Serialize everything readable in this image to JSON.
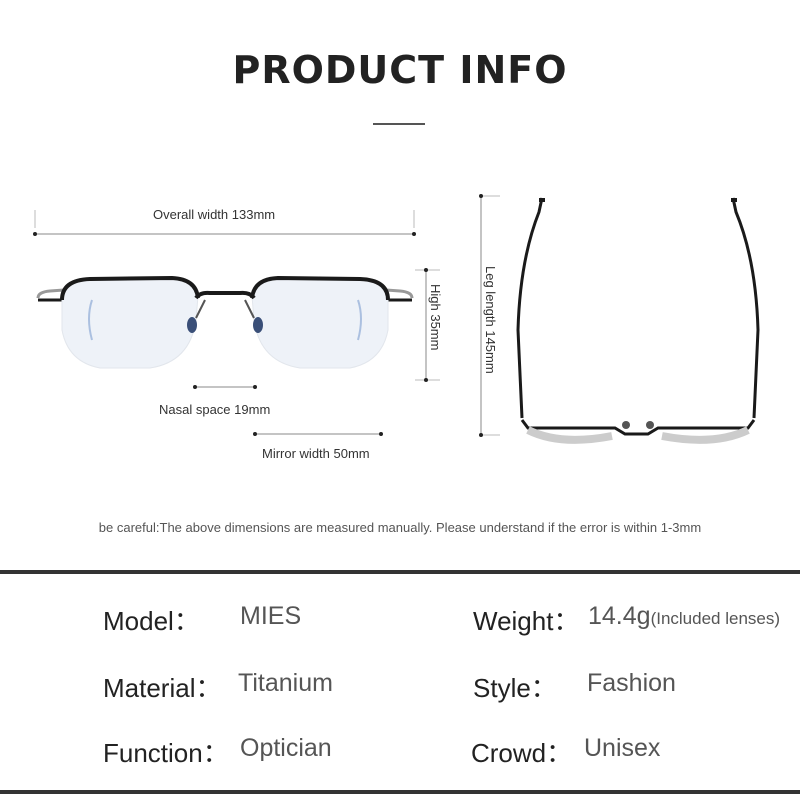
{
  "header": {
    "title": "PRODUCT INFO"
  },
  "dimensions": {
    "overall_width": "Overall width 133mm",
    "high": "High 35mm",
    "nasal_space": "Nasal space 19mm",
    "mirror_width": "Mirror width 50mm",
    "leg_length": "Leg length 145mm"
  },
  "note": "be careful:The above dimensions are measured manually. Please understand if the error is within 1-3mm",
  "specs": {
    "model": {
      "label": "Model：",
      "value": "MIES"
    },
    "weight": {
      "label": "Weight：",
      "value": "14.4g",
      "extra": "(Included lenses)"
    },
    "material": {
      "label": "Material：",
      "value": "Titanium"
    },
    "style": {
      "label": "Style：",
      "value": "Fashion"
    },
    "function": {
      "label": "Function：",
      "value": "Optician"
    },
    "crowd": {
      "label": "Crowd：",
      "value": "Unisex"
    }
  },
  "colors": {
    "frame": "#1a1a1a",
    "accent_band": "#333333",
    "lens_tint": "#dfe7f2"
  }
}
